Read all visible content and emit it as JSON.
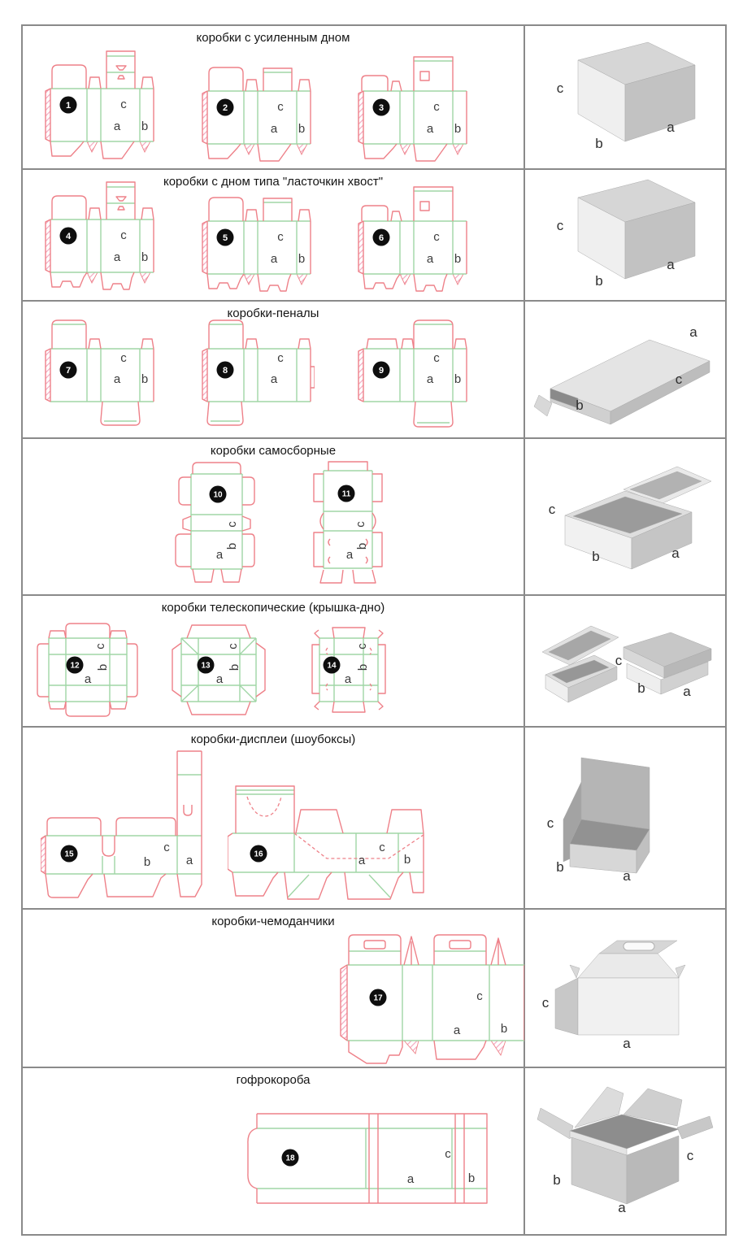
{
  "rows": [
    {
      "title": "коробки с усиленным дном",
      "dielines": [
        {
          "number": "1",
          "labels": [
            "c",
            "a",
            "b"
          ]
        },
        {
          "number": "2",
          "labels": [
            "c",
            "a",
            "b"
          ]
        },
        {
          "number": "3",
          "labels": [
            "c",
            "a",
            "b"
          ]
        }
      ],
      "photo_labels": [
        "c",
        "b",
        "a"
      ]
    },
    {
      "title": "коробки с дном типа \"ласточкин хвост\"",
      "dielines": [
        {
          "number": "4",
          "labels": [
            "c",
            "a",
            "b"
          ]
        },
        {
          "number": "5",
          "labels": [
            "c",
            "a",
            "b"
          ]
        },
        {
          "number": "6",
          "labels": [
            "c",
            "a",
            "b"
          ]
        }
      ],
      "photo_labels": [
        "c",
        "b",
        "a"
      ]
    },
    {
      "title": "коробки-пеналы",
      "dielines": [
        {
          "number": "7",
          "labels": [
            "c",
            "a",
            "b"
          ]
        },
        {
          "number": "8",
          "labels": [
            "c",
            "a"
          ]
        },
        {
          "number": "9",
          "labels": [
            "c",
            "a",
            "b"
          ]
        }
      ],
      "photo_labels": [
        "a",
        "b",
        "c"
      ]
    },
    {
      "title": "коробки самосборные",
      "dielines": [
        {
          "number": "10",
          "labels": [
            "c",
            "b",
            "a"
          ]
        },
        {
          "number": "11",
          "labels": [
            "c",
            "b",
            "a"
          ]
        }
      ],
      "photo_labels": [
        "c",
        "b",
        "a"
      ]
    },
    {
      "title": "коробки телескопические (крышка-дно)",
      "dielines": [
        {
          "number": "12",
          "labels": [
            "c",
            "b",
            "a"
          ]
        },
        {
          "number": "13",
          "labels": [
            "c",
            "b",
            "a"
          ]
        },
        {
          "number": "14",
          "labels": [
            "c",
            "b",
            "a"
          ]
        }
      ],
      "photo_labels": [
        "c",
        "b",
        "a"
      ]
    },
    {
      "title": "коробки-дисплеи (шоубоксы)",
      "dielines": [
        {
          "number": "15",
          "labels": [
            "c",
            "b",
            "a"
          ]
        },
        {
          "number": "16",
          "labels": [
            "c",
            "a",
            "b"
          ]
        }
      ],
      "photo_labels": [
        "c",
        "b",
        "a"
      ]
    },
    {
      "title": "коробки-чемоданчики",
      "dielines": [
        {
          "number": "17",
          "labels": [
            "c",
            "a",
            "b"
          ]
        }
      ],
      "photo_labels": [
        "c",
        "a"
      ]
    },
    {
      "title": "гофрокороба",
      "dielines": [
        {
          "number": "18",
          "labels": [
            "c",
            "a",
            "b"
          ]
        }
      ],
      "photo_labels": [
        "b",
        "a",
        "c"
      ]
    }
  ],
  "colors": {
    "cut_line": "#ee8189",
    "fold_line": "#a0d6a6",
    "glue_hatch": "#f3a8c0",
    "number_badge": "#0e0e0e",
    "table_border": "#8a8a8a"
  }
}
